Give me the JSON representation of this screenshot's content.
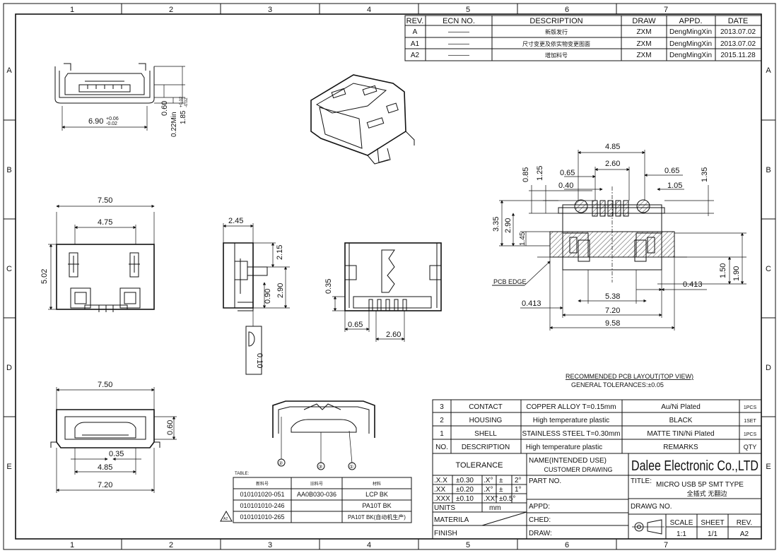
{
  "border": {
    "cols": [
      "1",
      "2",
      "3",
      "4",
      "5",
      "6",
      "7"
    ],
    "rows": [
      "A",
      "B",
      "C",
      "D",
      "E"
    ]
  },
  "revision_table": {
    "headers": [
      "REV.",
      "ECN NO.",
      "DESCRIPTION",
      "DRAW",
      "APPD.",
      "DATE"
    ],
    "rows": [
      [
        "A",
        "———",
        "新版发行",
        "ZXM",
        "DengMingXin",
        "2013.07.02"
      ],
      [
        "A1",
        "———",
        "尺寸变更及依实物变更图面",
        "ZXM",
        "DengMingXin",
        "2013.07.02"
      ],
      [
        "A2",
        "———",
        "增加料号",
        "ZXM",
        "DengMingXin",
        "2015.11.28"
      ]
    ]
  },
  "dims": {
    "front_width": "6.90",
    "front_width_tol_plus": "+0.06",
    "front_width_tol_minus": "-0.02",
    "front_h1": "0.60",
    "front_h2": "0.22Min",
    "front_h3": "1.85",
    "front_h3_tol": "+0.02",
    "front_h3_tol2": "-0.02",
    "top_w1": "7.50",
    "top_w2": "4.75",
    "top_h": "5.02",
    "side_w": "2.45",
    "side_h1": "2.15",
    "side_h2": "2.90",
    "side_h3": "0.90",
    "side_detail": "0.10",
    "bot_h": "0.35",
    "bot_w1": "0.65",
    "bot_w2": "2.60",
    "pcb_4_85": "4.85",
    "pcb_2_60": "2.60",
    "pcb_0_65a": "0.65",
    "pcb_0_65b": "0.65",
    "pcb_0_40": "0.40",
    "pcb_1_05": "1.05",
    "pcb_0_85": "0.85",
    "pcb_1_25": "1.25",
    "pcb_1_35": "1.35",
    "pcb_3_35": "3.35",
    "pcb_2_90": "2.90",
    "pcb_1_45": "1.45",
    "pcb_1_50": "1.50",
    "pcb_1_90": "1.90",
    "pcb_0_413a": "0.413",
    "pcb_0_413b": "0.413",
    "pcb_5_38": "5.38",
    "pcb_7_20": "7.20",
    "pcb_9_58": "9.58",
    "pcb_edge": "PCB EDGE",
    "end_w1": "7.50",
    "end_h": "0.60",
    "end_w2": "0.35",
    "end_w3": "4.85",
    "end_w4": "7.20"
  },
  "pcb_caption": {
    "title": "RECOMMENDED PCB LAYOUT(TOP VIEW)",
    "tolerance": "GENERAL TOLERANCES:±0.05"
  },
  "balloons": [
    "②",
    "③",
    "①"
  ],
  "material_table": {
    "caption": "TABLE:",
    "headers": [
      "新料号",
      "旧料号",
      "材料"
    ],
    "rows": [
      [
        "010101020-051",
        "AA0B030-036",
        "LCP BK"
      ],
      [
        "010101010-246",
        "",
        "PA10T BK"
      ],
      [
        "010101010-265",
        "",
        "PA10T BK(自动机生产)"
      ]
    ],
    "mark": "A2"
  },
  "bom": {
    "rows": [
      [
        "3",
        "CONTACT",
        "COPPER ALLOY T=0.15mm",
        "Au/Ni Plated",
        "1PCS"
      ],
      [
        "2",
        "HOUSING",
        "High temperature plastic",
        "BLACK",
        "1SET"
      ],
      [
        "1",
        "SHELL",
        "STAINLESS STEEL T=0.30mm",
        "MATTE TIN/Ni Plated",
        "1PCS"
      ]
    ],
    "header": [
      "NO.",
      "DESCRIPTION",
      "High temperature plastic",
      "REMARKS",
      "QTY"
    ]
  },
  "title_block": {
    "tolerance_label": "TOLERANCE",
    "name_label": "NAME(INTENDED USE)",
    "name_value": "CUSTOMER DRAWING",
    "company": "Dalee Electronic Co.,LTD",
    "tol_rows": [
      [
        ".X.X",
        "±0.30",
        ".X°",
        "±",
        "2°"
      ],
      [
        ".XX",
        "±0.20",
        ".X°",
        "±",
        "1°"
      ],
      [
        ".XXX",
        "±0.10",
        ".XX°",
        "±0.5°",
        ""
      ]
    ],
    "part_no_label": "PART NO.",
    "title_label": "TITLE:",
    "title_value": "MICRO USB 5P SMT TYPE",
    "title_value_cn": "全插式 无翻边",
    "units_label": "UNITS",
    "units_value": "mm",
    "appd_label": "APPD:",
    "drawg_label": "DRAWG NO.",
    "materila_label": "MATERILA",
    "ched_label": "CHED:",
    "scale_label": "SCALE",
    "scale_value": "1:1",
    "sheet_label": "SHEET",
    "sheet_value": "1/1",
    "rev_label": "REV.",
    "rev_value": "A2",
    "finish_label": "FINISH",
    "draw_label": "DRAW:"
  }
}
